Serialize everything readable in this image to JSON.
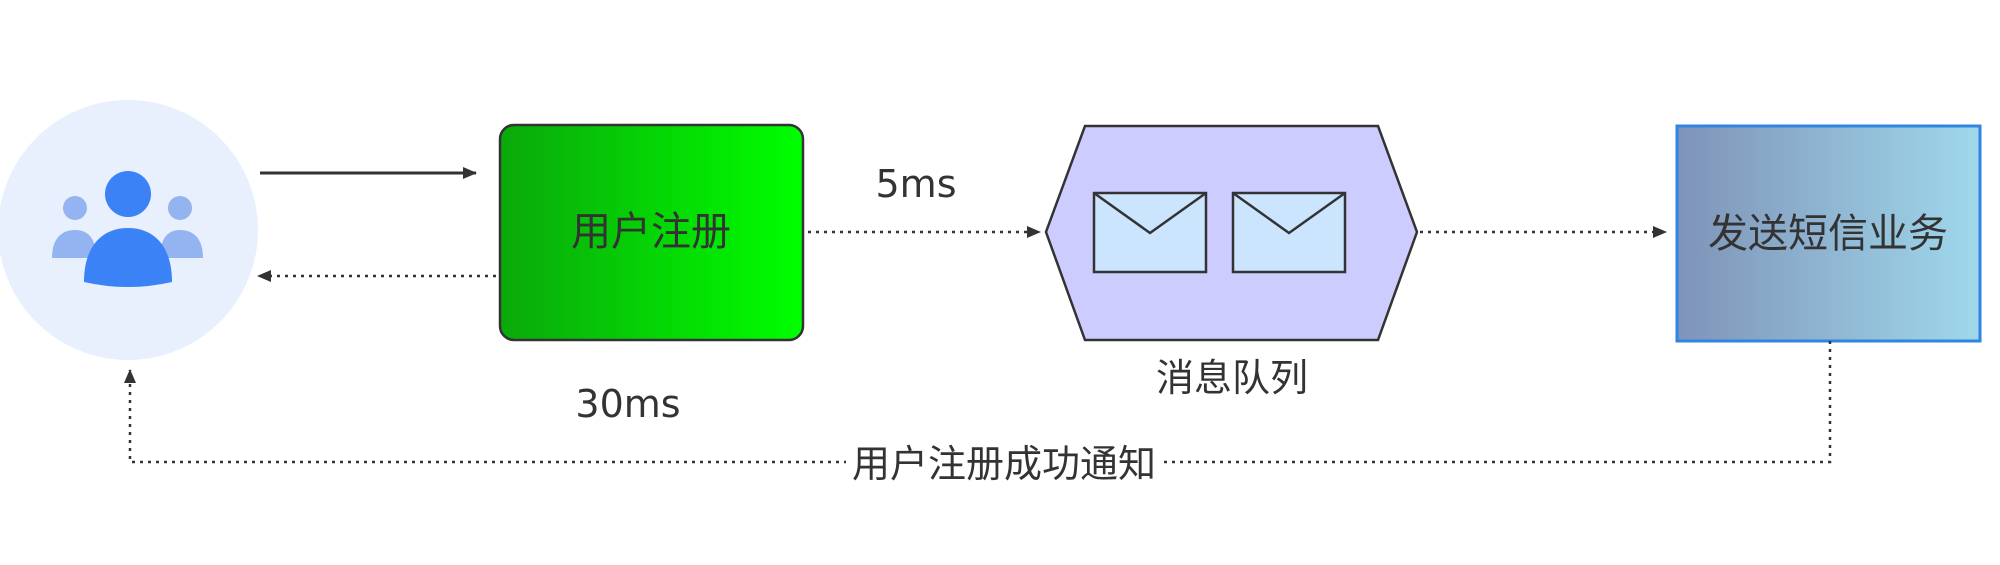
{
  "nodes": {
    "user": {
      "icon": "users-group-icon"
    },
    "register": {
      "label": "用户注册"
    },
    "queue": {
      "label": "消息队列"
    },
    "sms": {
      "label": "发送短信业务"
    }
  },
  "edges": {
    "queue_latency": "5ms",
    "response_latency": "30ms",
    "notify": "用户注册成功通知"
  },
  "colors": {
    "register_fill_start": "#0aa80a",
    "register_fill_end": "#00ff00",
    "queue_fill": "#ccccff",
    "envelope_fill": "#cce5ff",
    "sms_fill_start": "#7f93b8",
    "sms_fill_end": "#9fd8ec",
    "sms_border": "#2f86e0",
    "user_circle": "#e8f0fe",
    "user_primary": "#3b82f6",
    "user_secondary": "#93b4f0"
  }
}
